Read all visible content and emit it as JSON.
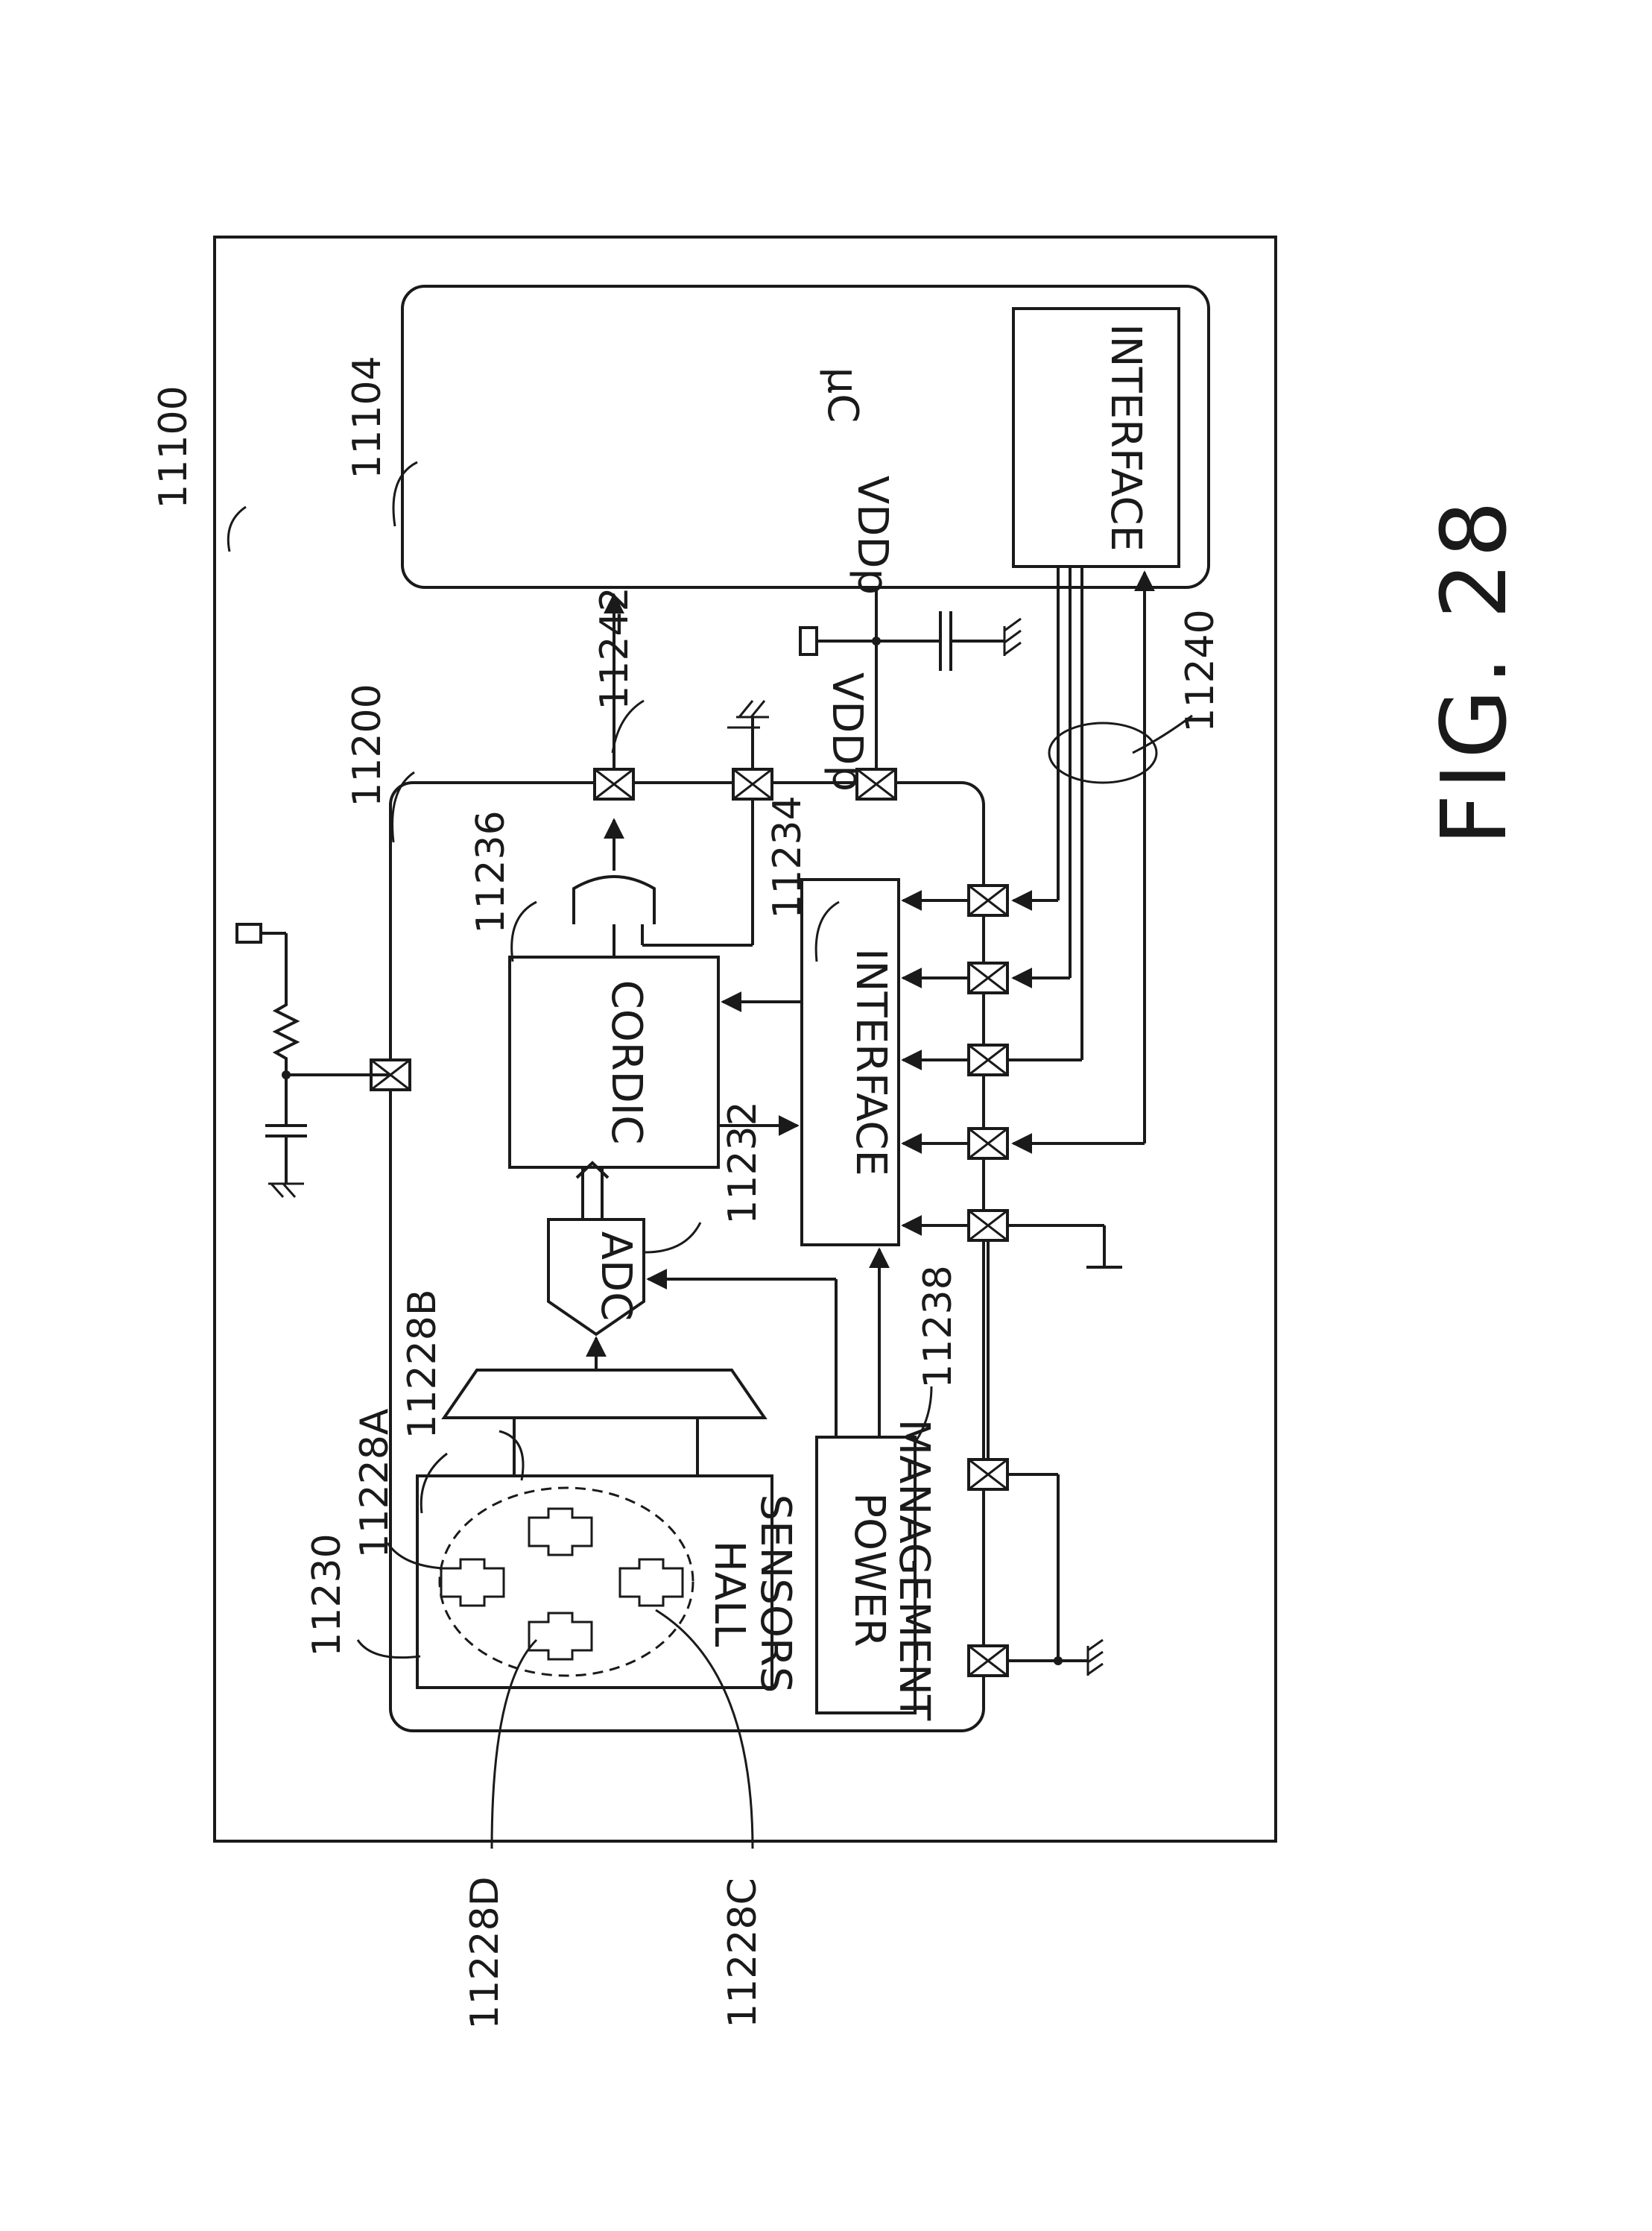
{
  "figure": {
    "label": "FIG. 28"
  },
  "refs": {
    "outer": "11100",
    "mcu": "11104",
    "chip": "11200",
    "bus_12242": "11242",
    "bus_12240": "11240",
    "cordic": "11236",
    "interface_chip": "11234",
    "adc": "11232",
    "power": "11238",
    "hall_block": "11230",
    "sensor_a": "11228A",
    "sensor_b": "11228B",
    "sensor_c": "11228C",
    "sensor_d": "11228D"
  },
  "blocks": {
    "mcu_label": "μC",
    "mcu_interface": "INTERFACE",
    "chip_interface": "INTERFACE",
    "cordic": "CORDIC",
    "adc": "ADC",
    "hall_line1": "HALL",
    "hall_line2": "SENSORS",
    "power_line1": "POWER",
    "power_line2": "MANAGEMENT",
    "vdd_1": "VDDp",
    "vdd_2": "VDDp"
  }
}
